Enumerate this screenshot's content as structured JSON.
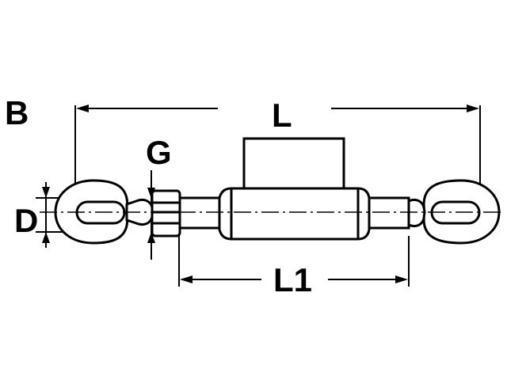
{
  "diagram": {
    "labels": {
      "b": "B",
      "l": "L",
      "g": "G",
      "d": "D",
      "l1": "L1"
    },
    "colors": {
      "stroke": "#000000",
      "fill": "#ffffff"
    }
  }
}
